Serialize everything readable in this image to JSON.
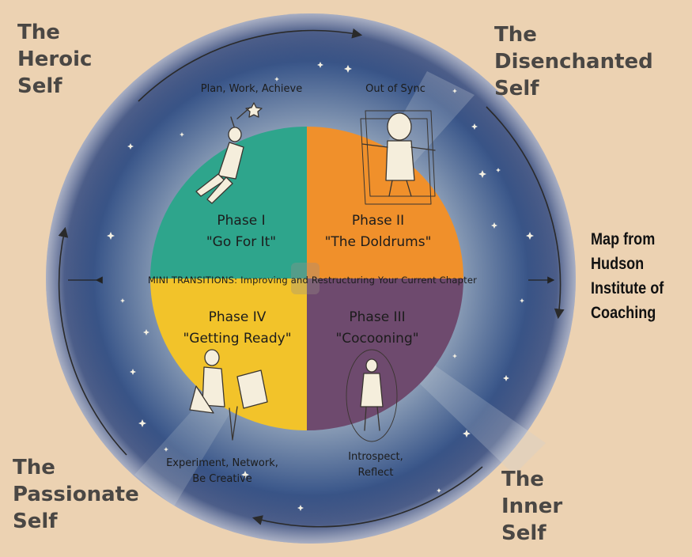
{
  "corners": {
    "heroic": "The\nHeroic\nSelf",
    "disenchanted": "The\nDisenchanted\nSelf",
    "passionate": "The\nPassionate\nSelf",
    "inner": "The\nInner\nSelf"
  },
  "credit": "Map from\nHudson\nInstitute of\nCoaching",
  "quadrants": [
    {
      "phase": "Phase I",
      "name": "\"Go For It\"",
      "color": "#2ea58c"
    },
    {
      "phase": "Phase II",
      "name": "\"The Doldrums\"",
      "color": "#f0902b"
    },
    {
      "phase": "Phase III",
      "name": "\"Cocooning\"",
      "color": "#6e4a6e"
    },
    {
      "phase": "Phase IV",
      "name": "\"Getting Ready\"",
      "color": "#f2c32a"
    }
  ],
  "captions": {
    "q1": "Plan, Work, Achieve",
    "q2": "Out of Sync",
    "q3": [
      "Introspect,",
      "Reflect"
    ],
    "q4": [
      "Experiment, Network,",
      "Be Creative"
    ]
  },
  "mini_transitions": "MINI TRANSITIONS: Improving and Restructuring Your Current Chapter",
  "colors": {
    "background": "#ecd2b2",
    "ring_dark": "#1c3269",
    "corner_text": "#4a4744"
  }
}
